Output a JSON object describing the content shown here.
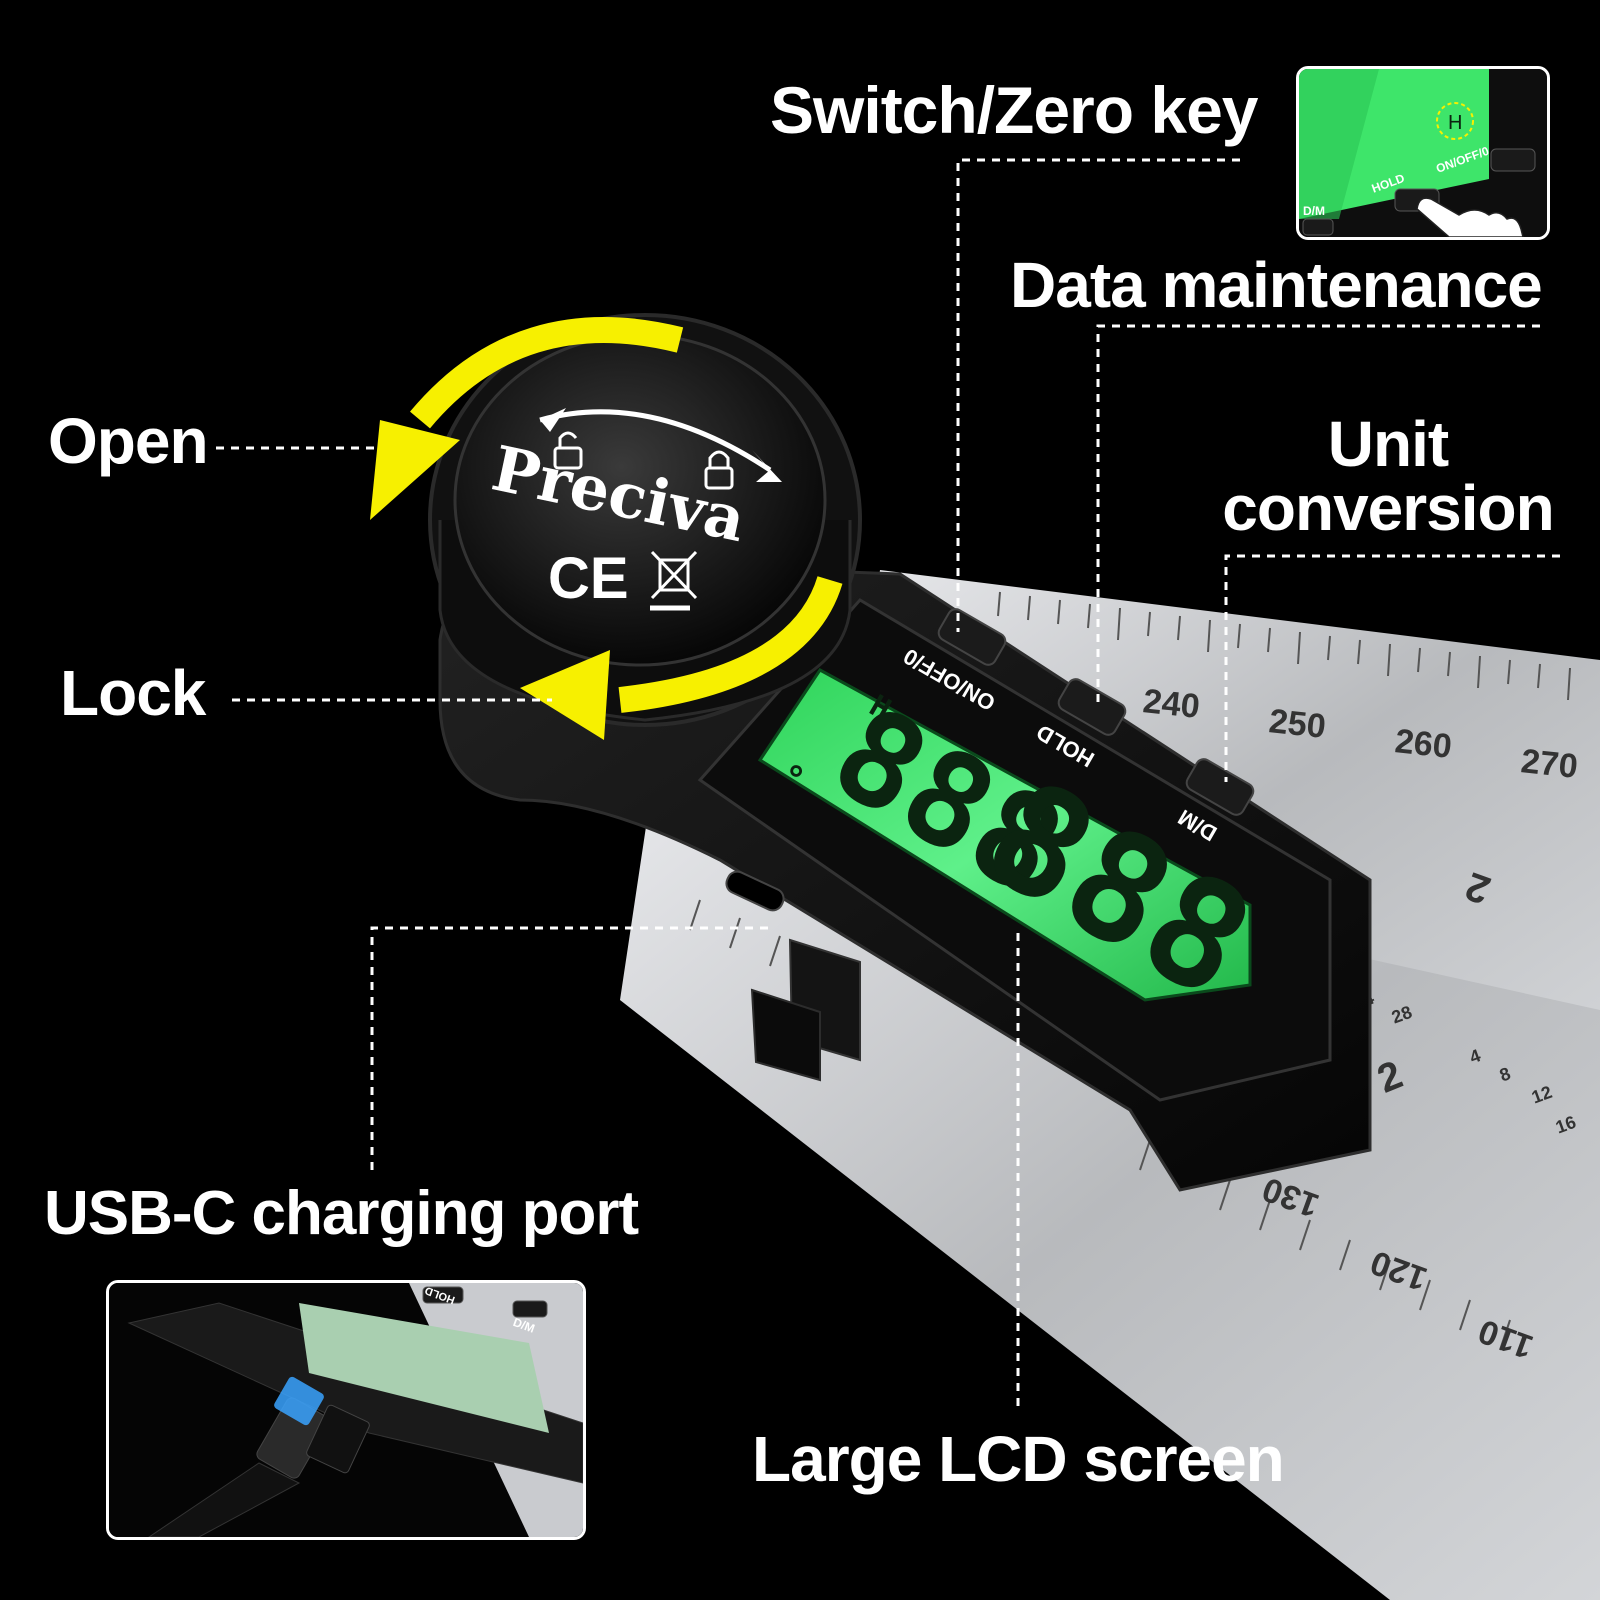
{
  "callouts": {
    "switch_zero_key": "Switch/Zero key",
    "data_maintenance": "Data maintenance",
    "unit_conversion_line1": "Unit",
    "unit_conversion_line2": "conversion",
    "open": "Open",
    "lock": "Lock",
    "usb_c_port": "USB-C charging port",
    "large_lcd": "Large LCD screen"
  },
  "device": {
    "brand": "Preciva",
    "ce_mark": "CE",
    "buttons": {
      "power": "ON/OFF/0",
      "hold": "HOLD",
      "unit": "D/M"
    },
    "display": {
      "digits_top": "888",
      "digits_bottom": "888",
      "hold_indicator": "H",
      "degree_symbol": "°"
    },
    "ruler_ticks_mm": [
      "240",
      "250",
      "260",
      "270"
    ],
    "ruler_ticks_lower": [
      "130",
      "120",
      "110"
    ],
    "inch_marks": [
      "2",
      "2"
    ],
    "small_ticks": [
      "4",
      "8",
      "12",
      "16",
      "24",
      "28"
    ]
  },
  "inset_top": {
    "hold_indicator": "H",
    "power": "ON/OFF/0",
    "hold": "HOLD",
    "unit": "D/M"
  },
  "inset_bottom": {
    "hold": "HOLD",
    "unit": "D/M"
  },
  "colors": {
    "background": "#000000",
    "accent_arrow": "#f7f000",
    "lcd_green": "#3ee56a",
    "ruler_silver": "#c9cbcf"
  }
}
